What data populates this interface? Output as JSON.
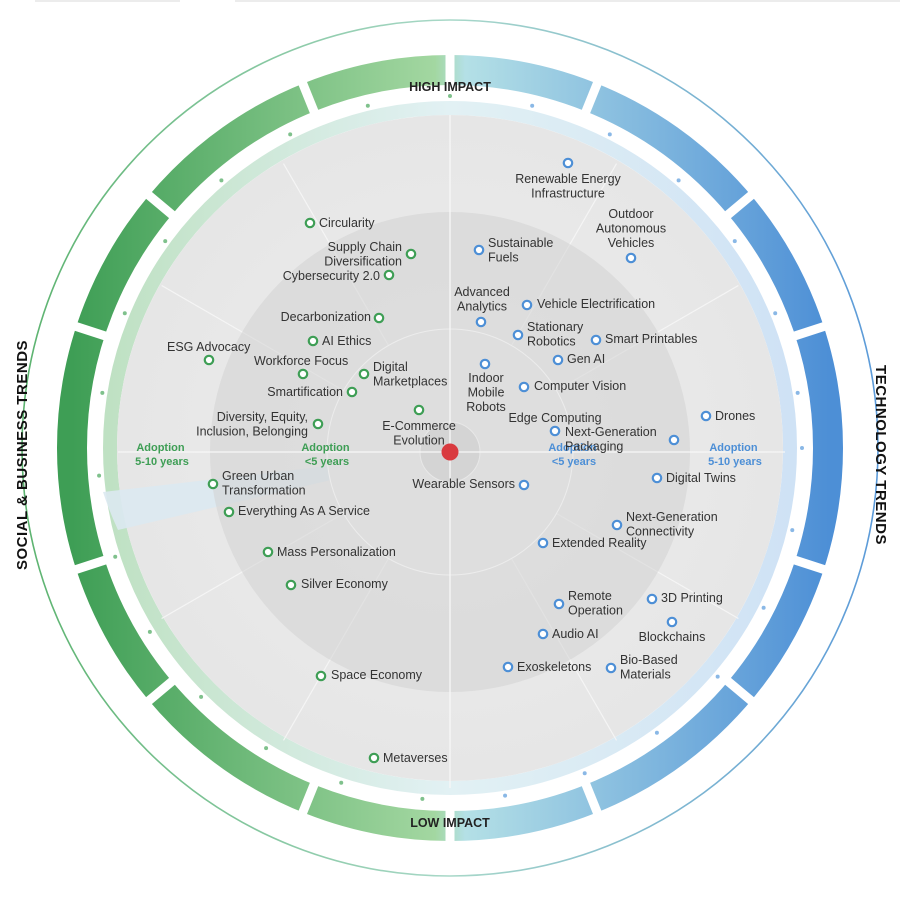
{
  "labels": {
    "high_impact": "HIGH IMPACT",
    "low_impact": "LOW IMPACT",
    "social_trends": "SOCIAL & BUSINESS TRENDS",
    "tech_trends": "TECHNOLOGY TRENDS",
    "adoption_outer_left": [
      "Adoption",
      "5-10 years"
    ],
    "adoption_inner_left": [
      "Adoption",
      "<5 years"
    ],
    "adoption_inner_right": [
      "Adoption",
      "<5 years"
    ],
    "adoption_outer_right": [
      "Adoption",
      "5-10 years"
    ]
  },
  "colors": {
    "social": "#3e9e55",
    "technology": "#4d8fd6",
    "center_dot": "#d93a3f"
  },
  "social_trends": [
    {
      "name": "Circularity",
      "lines": [
        "Circularity"
      ]
    },
    {
      "name": "Supply Chain Diversification",
      "lines": [
        "Supply Chain",
        "Diversification"
      ]
    },
    {
      "name": "Cybersecurity 2.0",
      "lines": [
        "Cybersecurity 2.0"
      ]
    },
    {
      "name": "Decarbonization",
      "lines": [
        "Decarbonization"
      ]
    },
    {
      "name": "AI Ethics",
      "lines": [
        "AI Ethics"
      ]
    },
    {
      "name": "ESG Advocacy",
      "lines": [
        "ESG Advocacy"
      ]
    },
    {
      "name": "Workforce Focus",
      "lines": [
        "Workforce Focus"
      ]
    },
    {
      "name": "Digital Marketplaces",
      "lines": [
        "Digital",
        "Marketplaces"
      ]
    },
    {
      "name": "Smartification",
      "lines": [
        "Smartification"
      ]
    },
    {
      "name": "Diversity, Equity, Inclusion, Belonging",
      "lines": [
        "Diversity, Equity,",
        "Inclusion, Belonging"
      ]
    },
    {
      "name": "E-Commerce Evolution",
      "lines": [
        "E-Commerce",
        "Evolution"
      ]
    },
    {
      "name": "Green Urban Transformation",
      "lines": [
        "Green Urban",
        "Transformation"
      ]
    },
    {
      "name": "Everything As A Service",
      "lines": [
        "Everything As A Service"
      ]
    },
    {
      "name": "Mass Personalization",
      "lines": [
        "Mass Personalization"
      ]
    },
    {
      "name": "Silver Economy",
      "lines": [
        "Silver Economy"
      ]
    },
    {
      "name": "Space Economy",
      "lines": [
        "Space Economy"
      ]
    },
    {
      "name": "Metaverses",
      "lines": [
        "Metaverses"
      ]
    }
  ],
  "technology_trends": [
    {
      "name": "Renewable Energy Infrastructure",
      "lines": [
        "Renewable Energy",
        "Infrastructure"
      ]
    },
    {
      "name": "Outdoor Autonomous Vehicles",
      "lines": [
        "Outdoor",
        "Autonomous",
        "Vehicles"
      ]
    },
    {
      "name": "Sustainable Fuels",
      "lines": [
        "Sustainable",
        "Fuels"
      ]
    },
    {
      "name": "Advanced Analytics",
      "lines": [
        "Advanced",
        "Analytics"
      ]
    },
    {
      "name": "Vehicle Electrification",
      "lines": [
        "Vehicle Electrification"
      ]
    },
    {
      "name": "Stationary Robotics",
      "lines": [
        "Stationary",
        "Robotics"
      ]
    },
    {
      "name": "Smart Printables",
      "lines": [
        "Smart Printables"
      ]
    },
    {
      "name": "Gen AI",
      "lines": [
        "Gen AI"
      ]
    },
    {
      "name": "Indoor Mobile Robots",
      "lines": [
        "Indoor",
        "Mobile",
        "Robots"
      ]
    },
    {
      "name": "Computer Vision",
      "lines": [
        "Computer Vision"
      ]
    },
    {
      "name": "Edge Computing",
      "lines": [
        "Edge Computing"
      ]
    },
    {
      "name": "Drones",
      "lines": [
        "Drones"
      ]
    },
    {
      "name": "Next-Generation Packaging",
      "lines": [
        "Next-Generation",
        "Packaging"
      ]
    },
    {
      "name": "Wearable Sensors",
      "lines": [
        "Wearable Sensors"
      ]
    },
    {
      "name": "Digital Twins",
      "lines": [
        "Digital Twins"
      ]
    },
    {
      "name": "Next-Generation Connectivity",
      "lines": [
        "Next-Generation",
        "Connectivity"
      ]
    },
    {
      "name": "Extended Reality",
      "lines": [
        "Extended Reality"
      ]
    },
    {
      "name": "Remote Operation",
      "lines": [
        "Remote",
        "Operation"
      ]
    },
    {
      "name": "3D Printing",
      "lines": [
        "3D Printing"
      ]
    },
    {
      "name": "Audio AI",
      "lines": [
        "Audio AI"
      ]
    },
    {
      "name": "Blockchains",
      "lines": [
        "Blockchains"
      ]
    },
    {
      "name": "Exoskeletons",
      "lines": [
        "Exoskeletons"
      ]
    },
    {
      "name": "Bio-Based Materials",
      "lines": [
        "Bio-Based",
        "Materials"
      ]
    }
  ]
}
